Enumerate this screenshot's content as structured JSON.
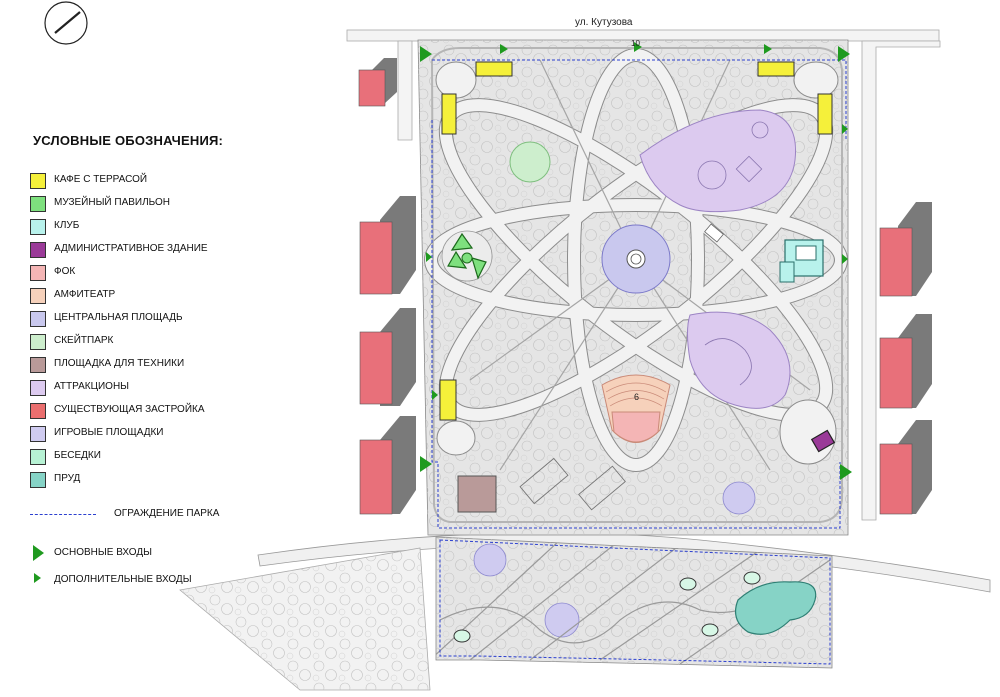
{
  "street_name": "ул. Кутузова",
  "legend": {
    "title": "УСЛОВНЫЕ ОБОЗНАЧЕНИЯ:",
    "items": [
      {
        "label": "КАФЕ С ТЕРРАСОЙ",
        "color": "#f5f03a"
      },
      {
        "label": "МУЗЕЙНЫЙ ПАВИЛЬОН",
        "color": "#7ee07e"
      },
      {
        "label": "КЛУБ",
        "color": "#b8f2ec"
      },
      {
        "label": "АДМИНИСТРАТИВНОЕ ЗДАНИЕ",
        "color": "#9a3a98"
      },
      {
        "label": "ФОК",
        "color": "#f4b5b5"
      },
      {
        "label": "АМФИТЕАТР",
        "color": "#f6d1bb"
      },
      {
        "label": "ЦЕНТРАЛЬНАЯ ПЛОЩАДЬ",
        "color": "#c9c8ee"
      },
      {
        "label": "СКЕЙТПАРК",
        "color": "#cdeecd"
      },
      {
        "label": "ПЛОЩАДКА ДЛЯ ТЕХНИКИ",
        "color": "#b99a99"
      },
      {
        "label": "АТТРАКЦИОНЫ",
        "color": "#dccaef"
      },
      {
        "label": "СУЩЕСТВУЮЩАЯ ЗАСТРОЙКА",
        "color": "#ea6e6e"
      },
      {
        "label": "ИГРОВЫЕ ПЛОЩАДКИ",
        "color": "#cfcbf0"
      },
      {
        "label": "БЕСЕДКИ",
        "color": "#b7f2d4"
      },
      {
        "label": "ПРУД",
        "color": "#86d3c6"
      }
    ],
    "fence_label": "ОГРАЖДЕНИЕ ПАРКА",
    "main_entrances_label": "ОСНОВНЫЕ ВХОДЫ",
    "extra_entrances_label": "ДОПОЛНИТЕЛЬНЫЕ ВХОДЫ"
  },
  "plan_labels": {
    "north_gate_number": "10",
    "amphitheatre_number": "6"
  },
  "colors": {
    "park_ground": "#e4e4e4",
    "paths": "#f2f2f2",
    "path_edge": "#9a9a9a",
    "fence": "#2b3fcf",
    "entrance": "#1f9a1f",
    "building": "#e8707a",
    "building_shadow": "#7a7a7a"
  }
}
